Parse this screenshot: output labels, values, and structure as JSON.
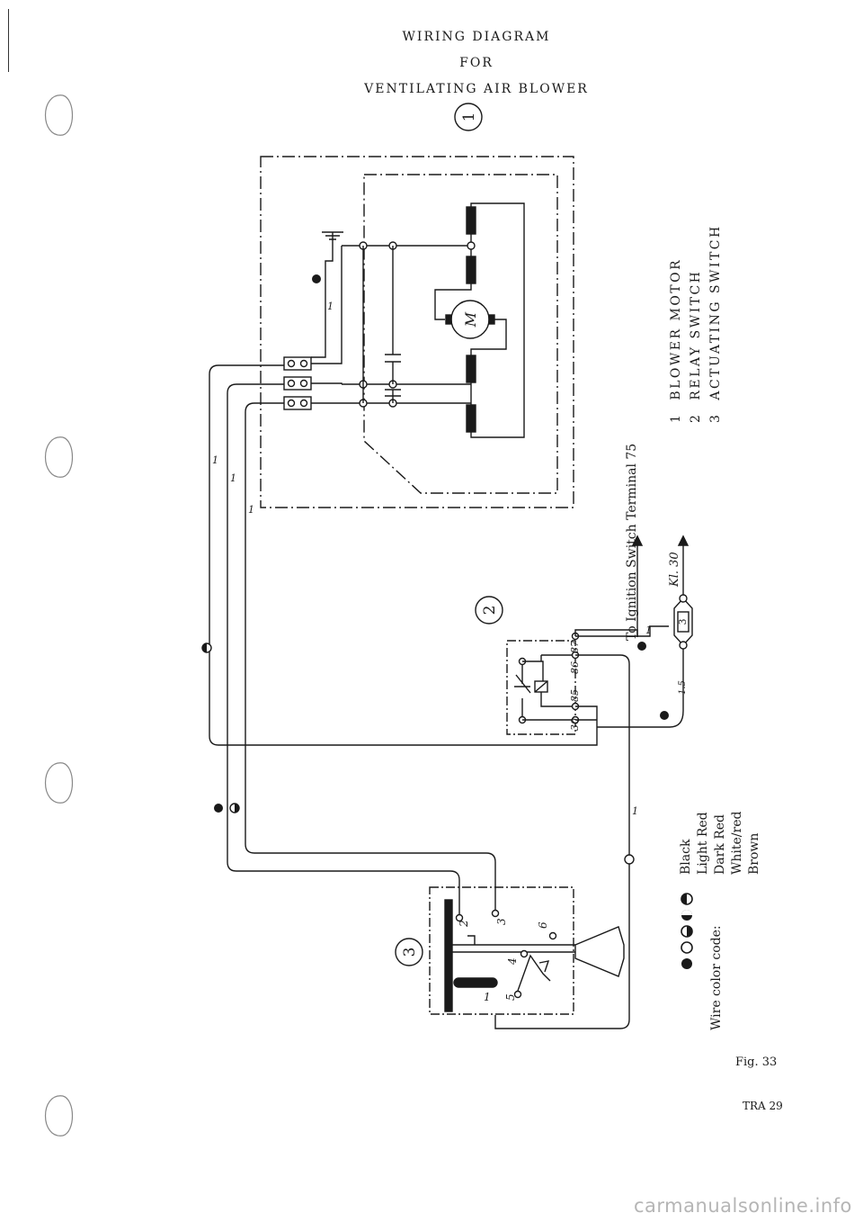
{
  "title": {
    "line1": "WIRING DIAGRAM",
    "line2": "FOR",
    "line3": "VENTILATING AIR BLOWER"
  },
  "component_numbers": {
    "c1": "1",
    "c2": "2",
    "c3": "3"
  },
  "motor_label": "M",
  "wire_gauge_label": "1",
  "gauge_label_alt": "1.5",
  "relay_terminals": {
    "t30": "30",
    "t85": "85",
    "t86": "86",
    "t87": "87"
  },
  "switch_terminals": {
    "t1": "1",
    "t2": "2",
    "t3": "3",
    "t4": "4",
    "t5": "5",
    "t6": "6"
  },
  "fuse_label": "3",
  "ignition_label": "To Ignition Switch Terminal 75",
  "kl30_label": "Kl. 30",
  "legend": [
    {
      "num": "1",
      "text": "BLOWER MOTOR"
    },
    {
      "num": "2",
      "text": "RELAY SWITCH"
    },
    {
      "num": "3",
      "text": "ACTUATING SWITCH"
    }
  ],
  "wire_color_code": {
    "heading": "Wire color code:",
    "colors": [
      "Black",
      "Light Red",
      "Dark Red",
      "White/red",
      "Brown"
    ]
  },
  "figure_label": "Fig. 33",
  "page_ref": "TRA 29",
  "watermark": "carmanualsonline.info"
}
